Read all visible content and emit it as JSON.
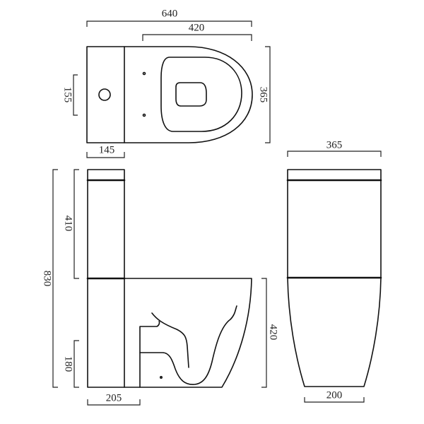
{
  "top_view": {
    "overall_length": "640",
    "bowl_length": "420",
    "width": "365",
    "inlet_offset": "155",
    "tank_depth": "145"
  },
  "side_view": {
    "total_height": "830",
    "tank_height": "410",
    "bowl_height": "420",
    "outlet_height": "180",
    "outlet_distance": "205"
  },
  "front_view": {
    "top_width": "365",
    "base_width": "200"
  },
  "colors": {
    "line": "#111111",
    "background": "#ffffff"
  }
}
